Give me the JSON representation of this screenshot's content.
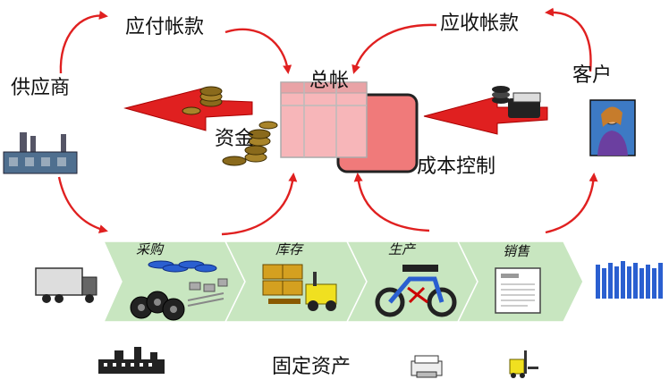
{
  "labels": {
    "payable": "应付帐款",
    "receivable": "应收帐款",
    "supplier": "供应商",
    "customer": "客户",
    "ledger": "总帐",
    "funds": "资金",
    "cost_control": "成本控制",
    "fixed_assets": "固定资产"
  },
  "stages": [
    "采购",
    "库存",
    "生产",
    "销售"
  ],
  "colors": {
    "arrow_red": "#e02020",
    "band_green": "#c8e6c0",
    "ledger_front": "#f7b6b9",
    "ledger_back": "#f07a7a"
  }
}
